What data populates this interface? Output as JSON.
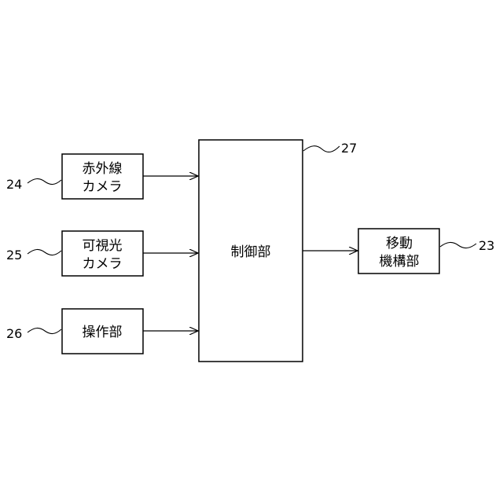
{
  "blocks": {
    "infrared_camera": {
      "lines": [
        "赤外線",
        "カメラ"
      ],
      "ref": "24"
    },
    "visible_camera": {
      "lines": [
        "可視光",
        "カメラ"
      ],
      "ref": "25"
    },
    "operation_unit": {
      "lines": [
        "操作部"
      ],
      "ref": "26"
    },
    "control_unit": {
      "lines": [
        "制御部"
      ],
      "ref": "27"
    },
    "moving_mechanism": {
      "lines": [
        "移動",
        "機構部"
      ],
      "ref": "23"
    }
  },
  "colors": {
    "stroke": "#000000",
    "fill": "#ffffff"
  }
}
